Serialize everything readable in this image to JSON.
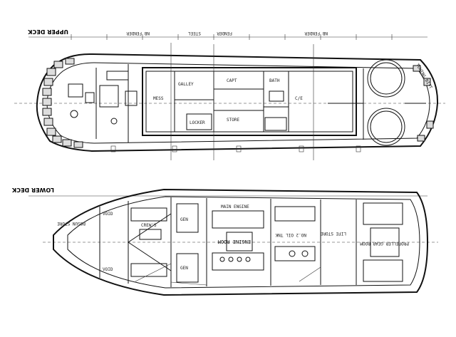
{
  "drawing": {
    "upper_deck": {
      "title": "UPPER DECK",
      "labels": {
        "top_a": "NB FENDER",
        "top_b": "STEEL",
        "top_c": "FENDER",
        "top_d": "NB FENDER",
        "aft_side": "TOWING BITT",
        "rooms": [
          "MESS",
          "GALLEY",
          "CAPT",
          "STORE",
          "LOCKER",
          "BATH",
          "C/E"
        ]
      }
    },
    "lower_deck": {
      "title": "LOWER DECK",
      "labels": {
        "bow": "BOSUN STORE",
        "crew": "CREW'S",
        "engine_room": "ENGINE ROOM",
        "main_engine": "MAIN ENGINE",
        "tank": "NO.2 OIL TNK",
        "life_store": "LIFE STORE",
        "prop_room": "PROPELLER GEAR ROOM",
        "void": "VOID",
        "gen": "GEN"
      }
    }
  }
}
